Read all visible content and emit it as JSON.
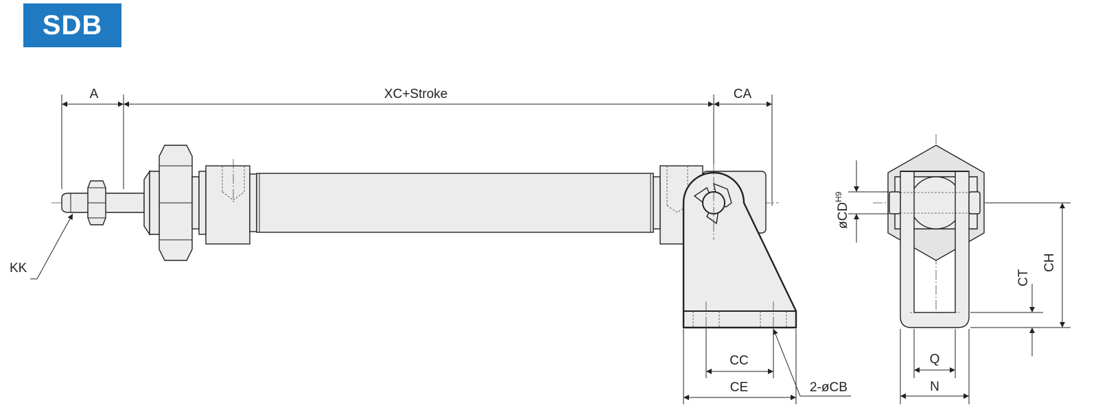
{
  "badge": {
    "text": "SDB",
    "color": "#1f7ac2"
  },
  "labels": {
    "a": "A",
    "xc_stroke": "XC+Stroke",
    "ca": "CA",
    "kk": "KK",
    "cc": "CC",
    "ce": "CE",
    "cb": "2-øCB",
    "cd": "øCD",
    "cd_tol": "H9",
    "ct": "CT",
    "ch": "CH",
    "q": "Q",
    "n": "N"
  }
}
